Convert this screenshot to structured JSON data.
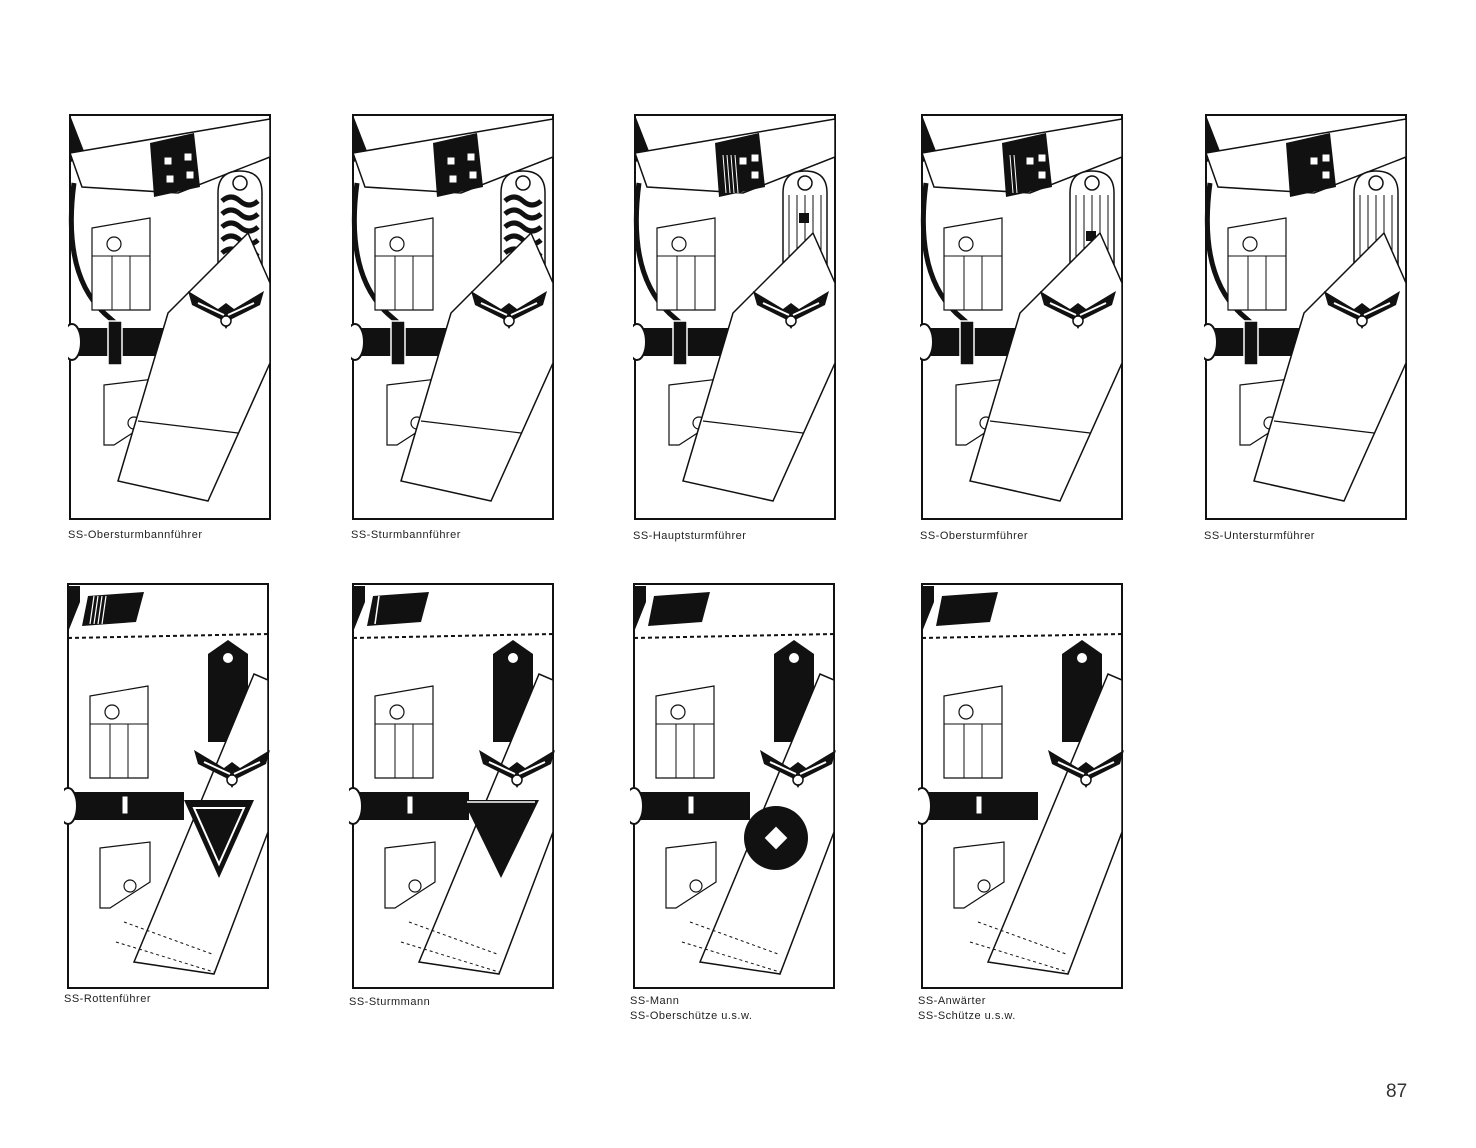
{
  "page_number": "87",
  "officer_figures": [
    {
      "caption": "SS-Obersturmbannführer",
      "collar_pips": 4,
      "collar_stripes": 0,
      "shoulder": "braided"
    },
    {
      "caption": "SS-Sturmbannführer",
      "collar_pips": 4,
      "collar_stripes": 0,
      "shoulder": "braided"
    },
    {
      "caption": "SS-Hauptsturmführer",
      "collar_pips": 3,
      "collar_stripes": 4,
      "shoulder": "cords-two-pips"
    },
    {
      "caption": "SS-Obersturmführer",
      "collar_pips": 3,
      "collar_stripes": 2,
      "shoulder": "cords-one-pip"
    },
    {
      "caption": "SS-Untersturmführer",
      "collar_pips": 3,
      "collar_stripes": 0,
      "shoulder": "cords"
    }
  ],
  "enlisted_figures": [
    {
      "caption_lines": [
        "SS-Rottenführer"
      ],
      "collar": "stripes",
      "sleeve": "double-chevron"
    },
    {
      "caption_lines": [
        "SS-Sturmmann"
      ],
      "collar": "stripe",
      "sleeve": "chevron"
    },
    {
      "caption_lines": [
        "SS-Mann",
        "SS-Oberschütze u.s.w."
      ],
      "collar": "plain",
      "sleeve": "pip-disc"
    },
    {
      "caption_lines": [
        "SS-Anwärter",
        "SS-Schütze u.s.w."
      ],
      "collar": "plain",
      "sleeve": "none"
    }
  ],
  "colors": {
    "ink": "#111111",
    "paper": "#ffffff"
  }
}
